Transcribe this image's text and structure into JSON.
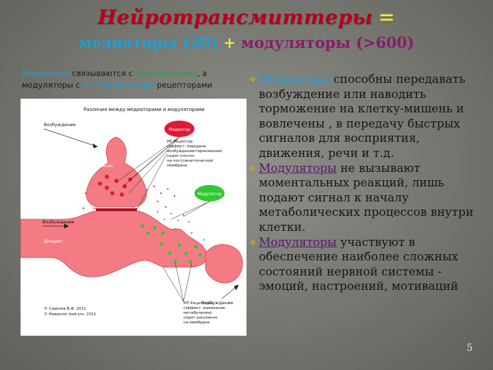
{
  "slide": {
    "title": "Нейротрансмиттеры",
    "title_eq": "=",
    "subtitle_mediators": "медиаторы (20)",
    "subtitle_plus": "+",
    "subtitle_modulators": "модуляторы (>600)",
    "caption": {
      "part1": "Медиаторы",
      "part2": " связываются с ",
      "part3": "ионотропными",
      "part4": ", а",
      "part5": "модуляторы с ",
      "part6": "метаботропными",
      "part7": " рецепторами"
    },
    "figure": {
      "heading": "Различия между медиаторами и модуляторами",
      "label_excitation": "Возбуждение",
      "label_mediator": "Медиатор",
      "label_it_receptor": [
        "ИТ-Рецептор",
        "(эффект: передача",
        "возбуждения/торможения)",
        "сидят плотно",
        "на постсинаптической",
        "мембране"
      ],
      "label_axon": "Аксон",
      "label_modulator": "Модулятор",
      "label_excitation2": "Возбуждение",
      "label_dendrite": "Дендрит",
      "label_excitation3": "Возбуждение",
      "label_mt_receptor": [
        "МТ-Рецепторы",
        "(эффект: изменение",
        "метаболизма)",
        "сидят рассеянно",
        "на мембране"
      ],
      "copyright": [
        "© Савелов В.Ф. 2011",
        "© Невролог.bod-yru. 2011"
      ]
    },
    "bullets": [
      {
        "kw": "Медиаторы",
        "text": " способны передавать возбуждение или наводить торможение на клетку-мишень и вовлечены , в передачу быстрых сигналов для восприятия, движения, речи и т.д."
      },
      {
        "kw": "Модуляторы",
        "text": " не вызывают моментальных реакций, лишь подают сигнал к началу метаболических процессов внутри клетки."
      },
      {
        "kw": "Модуляторы",
        "text": " участвуют в обеспечение  наиболее сложных состояний нервной системы - эмоций, настроений, мотиваций"
      }
    ],
    "page_number": "5",
    "colors": {
      "title": "#b8001e",
      "mediator_blue": "#1c9fd9",
      "modulator_purple": "#5a1570",
      "accent_yellow": "#f0e04a",
      "neuron_pink": "#f47b84",
      "mediator_red": "#e01934",
      "modulator_green": "#31c832"
    }
  }
}
